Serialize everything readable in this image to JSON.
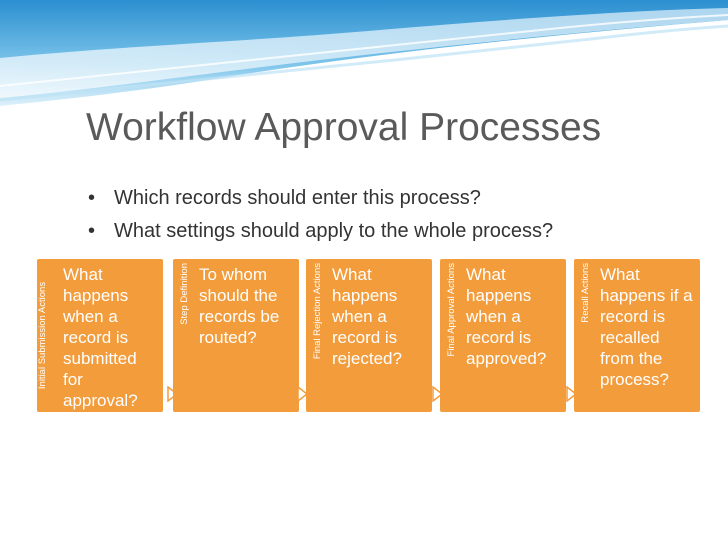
{
  "slide": {
    "title": "Workflow Approval Processes",
    "bullets": [
      "Which records should enter this process?",
      "What settings should apply to the whole process?"
    ]
  },
  "steps": [
    {
      "label": "Initial Submission Actions",
      "text": "What happens when a record is submitted for approval?"
    },
    {
      "label": "Step Definition",
      "text": "To whom should the records be routed?"
    },
    {
      "label": "Final Rejection Actions",
      "text": "What happens when a record is rejected?"
    },
    {
      "label": "Final Approval Actions",
      "text": "What happens when a record is approved?"
    },
    {
      "label": "Recall Actions",
      "text": "What happens if a record is recalled from the process?"
    }
  ],
  "colors": {
    "step_fill": "#f39c3c",
    "title": "#5a5a5a",
    "header_blue": "#2a9ad6"
  },
  "icons": {
    "bullet": "bullet-dot-icon",
    "connector": "chevron-right-icon"
  }
}
